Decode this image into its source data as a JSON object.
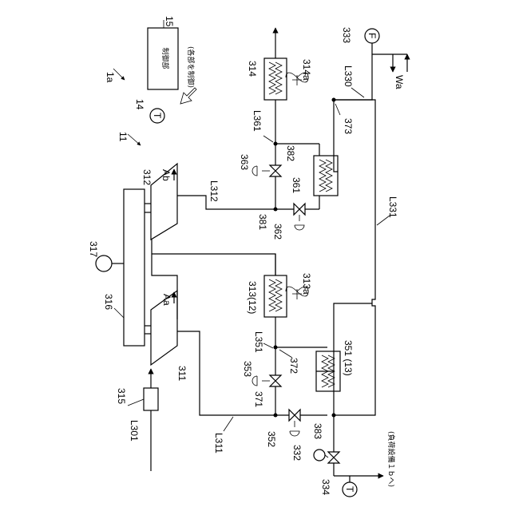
{
  "diagram": {
    "labels": {
      "system": "1a",
      "unit": "11",
      "control_unit_id": "15",
      "control_unit_text": "制御部",
      "control_note": "(各部を制御)",
      "temp_sensor_id": "14",
      "temp_symbol": "T",
      "flow_symbol": "F",
      "main_shaft": "316",
      "shaft_sensor": "317",
      "compressor_1": "311",
      "compressor_2": "312",
      "Aa": "Aa",
      "Ab": "Ab",
      "filter": "315",
      "line_inlet": "L301",
      "line_311": "L311",
      "line_312": "L312",
      "line_330": "L330",
      "line_331": "L331",
      "line_351": "L351",
      "line_361": "L361",
      "hx_313": "313(12)",
      "fan_313a": "313a",
      "hx_314": "314",
      "fan_314a": "314a",
      "hx_351": "351 (13)",
      "hx_361": "361",
      "valve_352": "352",
      "valve_353": "353",
      "valve_362": "362",
      "valve_363": "363",
      "node_371": "371",
      "node_372": "372",
      "node_373": "373",
      "node_381": "381",
      "node_382": "382",
      "node_383": "383",
      "pump_332": "332",
      "flow_333": "333",
      "temp_334": "334",
      "water": "Wa",
      "to_load": "(負荷設備１ｂへ)"
    }
  }
}
